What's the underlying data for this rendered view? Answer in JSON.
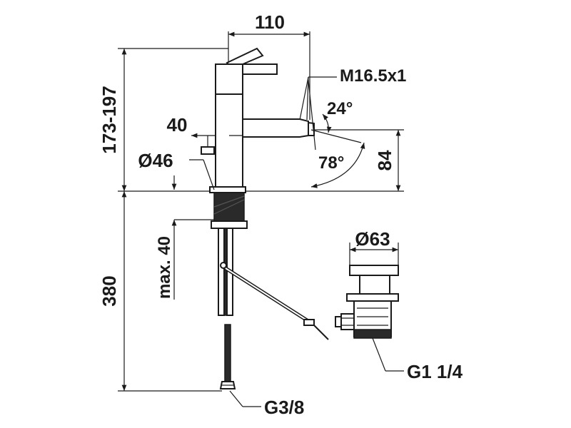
{
  "drawing": {
    "labels": {
      "spout_reach": "110",
      "height_range": "173-197",
      "thread": "M16.5x1",
      "angle_small": "24°",
      "angle_large": "78°",
      "spout_height": "84",
      "offset": "40",
      "base_diameter": "Ø46",
      "max_thickness": "max. 40",
      "hose_length": "380",
      "waste_diameter": "Ø63",
      "waste_thread": "G1 1/4",
      "supply_thread": "G3/8"
    }
  }
}
